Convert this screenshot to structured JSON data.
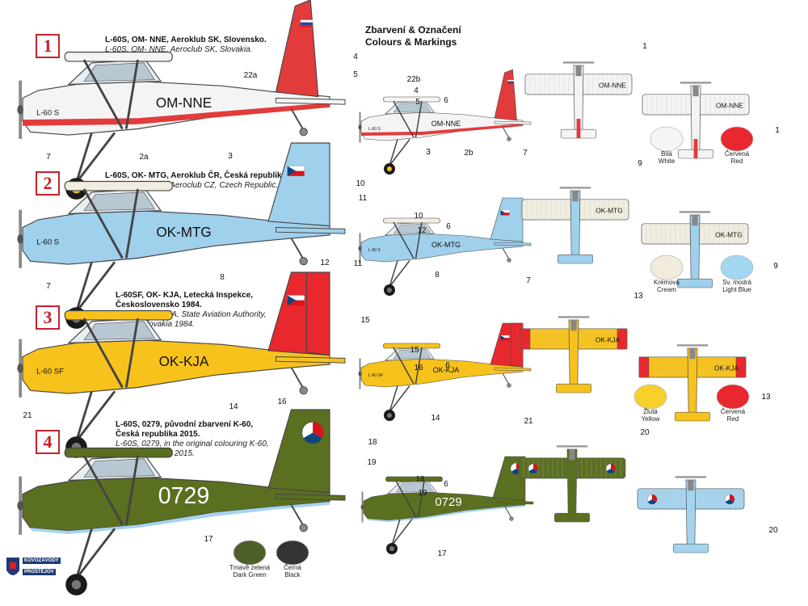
{
  "header": {
    "title_cz": "Zbarvení & Označení",
    "title_en": "Colours & Markings"
  },
  "schemes": [
    {
      "num": "1",
      "line_cz": "L-60S, OM- NNE, Aeroklub SK, Slovensko.",
      "line_en": "L-60S, OM- NNE, Aeroclub SK, Slovakia.",
      "reg": "OM-NNE",
      "nose": "L-60 S",
      "colors": {
        "body": "#f4f4f4",
        "trim": "#e23b3b",
        "tail": "#e23b3b",
        "wing": "#f4f4f4"
      }
    },
    {
      "num": "2",
      "line_cz": "L-60S, OK- MTG, Aeroklub ČR, Česká republika.",
      "line_en": "L-60S, OK- MTG, Aeroclub CZ, Czech Republic.",
      "reg": "OK-MTG",
      "nose": "L-60 S",
      "colors": {
        "body": "#9fd0ec",
        "trim": "#9fd0ec",
        "tail": "#9fd0ec",
        "wing": "#f1ede0"
      }
    },
    {
      "num": "3",
      "line_cz_1": "L-60SF, OK- KJA, Letecká Inspekce,",
      "line_cz_2": "Československo 1984.",
      "line_en_1": "L-60SF, OK- KJA, State Aviation Authority,",
      "line_en_2": "Czechoslovakia 1984.",
      "reg": "OK-KJA",
      "nose": "L-60 SF",
      "colors": {
        "body": "#f7c21c",
        "trim": "#f7c21c",
        "tail": "#e8282d",
        "wing": "#f7c21c"
      }
    },
    {
      "num": "4",
      "line_cz_1": "L-60S, 0279, původní zbarvení K-60,",
      "line_cz_2": "Česká republika  2015.",
      "line_en_1": "L-60S, 0279, in the original colouring K-60,",
      "line_en_2": "Czech  Republic 2015.",
      "reg": "0729",
      "nose": "",
      "colors": {
        "body": "#5b6f21",
        "trim": "#5b6f21",
        "tail": "#5b6f21",
        "wing": "#5b6f21",
        "under": "#a6d4ef"
      }
    }
  ],
  "callouts": {
    "s1_side": [
      "4",
      "5",
      "22a",
      "7",
      "2a",
      "3"
    ],
    "s1_small": [
      "22b",
      "4",
      "5",
      "6",
      "3",
      "2b",
      "7"
    ],
    "s1_plan": [
      "1",
      "1"
    ],
    "s2_side": [
      "10",
      "11",
      "12",
      "7",
      "8"
    ],
    "s2_small": [
      "10",
      "12",
      "11",
      "6",
      "8",
      "7"
    ],
    "s2_plan": [
      "9",
      "9"
    ],
    "s3_side": [
      "15",
      "16",
      "14",
      "21"
    ],
    "s3_small": [
      "15",
      "16",
      "6",
      "14",
      "21"
    ],
    "s3_plan": [
      "13",
      "13",
      "20"
    ],
    "s4_side": [
      "18",
      "19",
      "17"
    ],
    "s4_small": [
      "18",
      "19",
      "6",
      "17"
    ],
    "s4_plan": [
      "20"
    ]
  },
  "swatches": [
    {
      "cz": "Bílá",
      "en": "White",
      "color": "#f5f5f5"
    },
    {
      "cz": "Červená",
      "en": "Red",
      "color": "#e8272e"
    },
    {
      "cz": "Krémová",
      "en": "Cream",
      "color": "#f1ebdc"
    },
    {
      "cz": "Sv. modrá",
      "en": "Light Blue",
      "color": "#a3d6f1"
    },
    {
      "cz": "Žlutá",
      "en": "Yellow",
      "color": "#f8cf2b"
    },
    {
      "cz": "Červená",
      "en": "Red",
      "color": "#e8272e"
    },
    {
      "cz": "Tmavě zelená",
      "en": "Dark Green",
      "color": "#4e5f2a"
    },
    {
      "cz": "Černá",
      "en": "Black",
      "color": "#343434"
    }
  ],
  "logo": {
    "line1": "KOVOZÁVODY",
    "line2": "PROSTĚJOV"
  }
}
